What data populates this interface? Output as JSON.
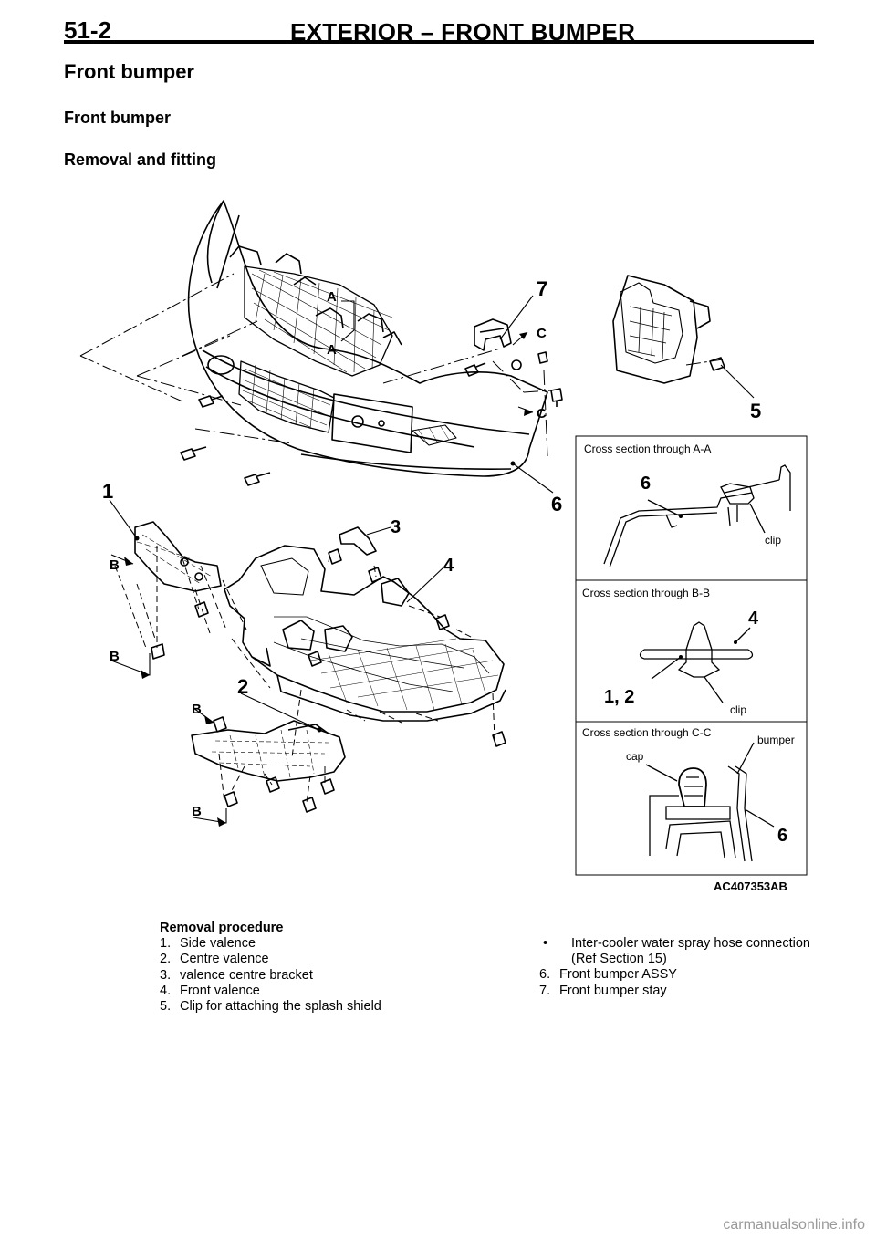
{
  "header": {
    "page_number": "51-2",
    "section_title": "EXTERIOR – FRONT BUMPER"
  },
  "headings": {
    "h1": "Front bumper",
    "h2": "Front bumper",
    "h3": "Removal and fitting"
  },
  "figure": {
    "callouts": {
      "n1": "1",
      "n2": "2",
      "n3": "3",
      "n4": "4",
      "n5": "5",
      "n6": "6",
      "n7": "7",
      "a_upper": "A",
      "a_lower": "A",
      "b_1": "B",
      "b_2": "B",
      "b_3": "B",
      "b_4": "B",
      "c_upper": "C",
      "c_lower": "C"
    },
    "sections": {
      "aa": {
        "title": "Cross section through A-A",
        "num": "6",
        "clip": "clip"
      },
      "bb": {
        "title": "Cross section through B-B",
        "num4": "4",
        "num12": "1, 2",
        "clip": "clip"
      },
      "cc": {
        "title": "Cross section through C-C",
        "cap": "cap",
        "bumper": "bumper",
        "num": "6"
      }
    },
    "figure_code": "AC407353AB"
  },
  "procedure": {
    "title": "Removal procedure",
    "items_left": [
      {
        "num": "1.",
        "text": "Side valence"
      },
      {
        "num": "2.",
        "text": "Centre valence"
      },
      {
        "num": "3.",
        "text": "valence centre bracket"
      },
      {
        "num": "4.",
        "text": "Front valence"
      },
      {
        "num": "5.",
        "text": "Clip for attaching the splash shield"
      }
    ],
    "bullet_item": {
      "bullet": "•",
      "text": "Inter-cooler water spray hose connection",
      "continuation": "(Ref Section 15)"
    },
    "items_right": [
      {
        "num": "6.",
        "text": "Front bumper ASSY"
      },
      {
        "num": "7.",
        "text": "Front bumper stay"
      }
    ]
  },
  "watermark": "carmanualsonline.info"
}
